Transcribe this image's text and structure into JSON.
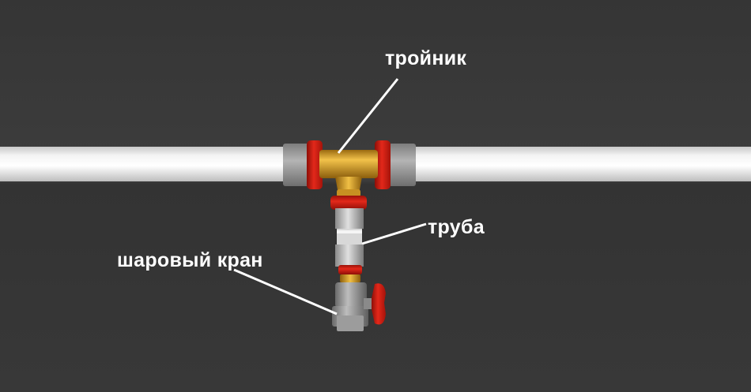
{
  "labels": {
    "tee": "тройник",
    "pipe": "труба",
    "ball_valve": "шаровый кран"
  },
  "colors": {
    "background": "#3a3a3a",
    "pipe": "#e9e9e9",
    "fitting_red": "#d81d12",
    "brass": "#d29a1e",
    "steel": "#9a9a9a",
    "leader": "#ffffff"
  }
}
